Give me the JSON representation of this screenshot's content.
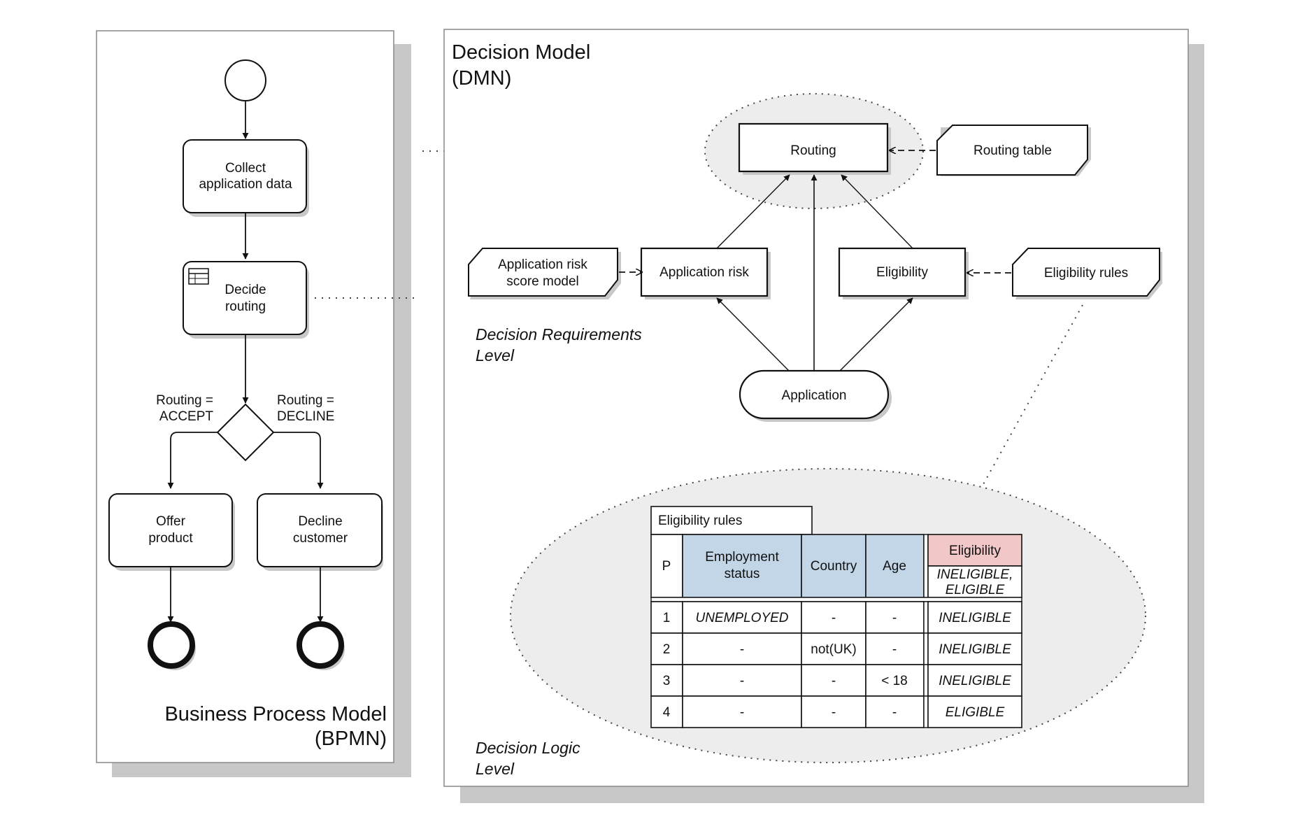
{
  "bpmn": {
    "title_line1": "Business Process Model",
    "title_line2": "(BPMN)",
    "tasks": {
      "collect_line1": "Collect",
      "collect_line2": "application data",
      "decide_line1": "Decide",
      "decide_line2": "routing",
      "offer_line1": "Offer",
      "offer_line2": "product",
      "decline_line1": "Decline",
      "decline_line2": "customer"
    },
    "gateway_labels": {
      "accept_line1": "Routing =",
      "accept_line2": "ACCEPT",
      "decline_line1": "Routing =",
      "decline_line2": "DECLINE"
    }
  },
  "dmn": {
    "title_line1": "Decision Model",
    "title_line2": "(DMN)",
    "requirements_level_line1": "Decision Requirements",
    "requirements_level_line2": "Level",
    "logic_level_line1": "Decision Logic",
    "logic_level_line2": "Level",
    "decisions": {
      "routing": "Routing",
      "application_risk": "Application risk",
      "eligibility": "Eligibility"
    },
    "knowledge_sources": {
      "routing_table": "Routing table",
      "risk_model_line1": "Application risk",
      "risk_model_line2": "score model",
      "eligibility_rules": "Eligibility rules"
    },
    "input_data": "Application",
    "table": {
      "name": "Eligibility rules",
      "hit_policy": "P",
      "headers": {
        "employment_line1": "Employment",
        "employment_line2": "status",
        "country": "Country",
        "age": "Age",
        "output": "Eligibility",
        "output_values_line1": "INELIGIBLE,",
        "output_values_line2": "ELIGIBLE"
      },
      "rows": [
        {
          "n": "1",
          "employment": "UNEMPLOYED",
          "country": "-",
          "age": "-",
          "result": "INELIGIBLE"
        },
        {
          "n": "2",
          "employment": "-",
          "country": "not(UK)",
          "age": "-",
          "result": "INELIGIBLE"
        },
        {
          "n": "3",
          "employment": "-",
          "country": "-",
          "age": "< 18",
          "result": "INELIGIBLE"
        },
        {
          "n": "4",
          "employment": "-",
          "country": "-",
          "age": "-",
          "result": "ELIGIBLE"
        }
      ]
    }
  },
  "colors": {
    "input_header": "#c3d6e8",
    "output_header": "#f2c7c7",
    "ellipse_fill": "#ededed",
    "shadow": "#c8c8c8"
  }
}
